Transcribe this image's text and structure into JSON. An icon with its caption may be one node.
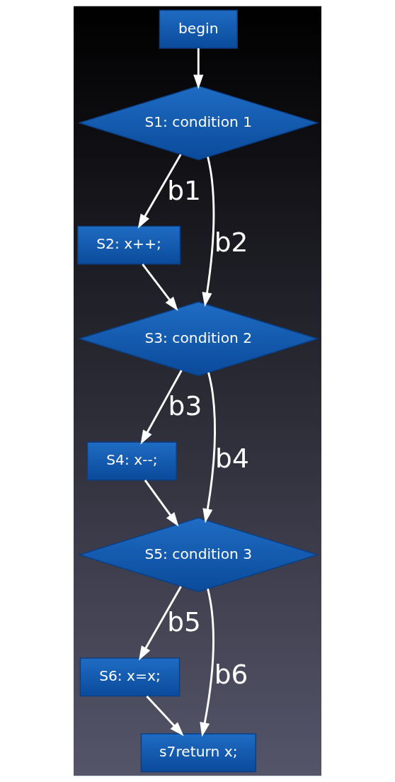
{
  "diagram": {
    "nodes": [
      {
        "text": [
          "begin"
        ]
      },
      {
        "text": [
          "S1: condition 1"
        ]
      },
      {
        "text": [
          "S2: x++;"
        ]
      },
      {
        "text": [
          "S3: condition 2"
        ]
      },
      {
        "text": [
          "S4: x--;"
        ]
      },
      {
        "text": [
          "S5: condition 3"
        ]
      },
      {
        "text": [
          "S6: x=x;"
        ]
      },
      {
        "text": [
          "s7return x;"
        ]
      }
    ],
    "edges": [
      {
        "from": 0,
        "to": 1,
        "arrow": "to"
      },
      {
        "from": 1,
        "to": 2,
        "arrow": "to",
        "label": "b1"
      },
      {
        "from": 1,
        "to": 3,
        "arrow": "to",
        "label": "b2"
      },
      {
        "from": 2,
        "to": 3,
        "arrow": "to"
      },
      {
        "from": 3,
        "to": 4,
        "arrow": "to",
        "label": "b3"
      },
      {
        "from": 3,
        "to": 5,
        "arrow": "to",
        "label": "b4"
      },
      {
        "from": 4,
        "to": 5,
        "arrow": "to"
      },
      {
        "from": 5,
        "to": 6,
        "arrow": "to",
        "label": "b5"
      },
      {
        "from": 5,
        "to": 7,
        "arrow": "to",
        "label": "b6"
      },
      {
        "from": 6,
        "to": 7,
        "arrow": "to"
      }
    ]
  }
}
